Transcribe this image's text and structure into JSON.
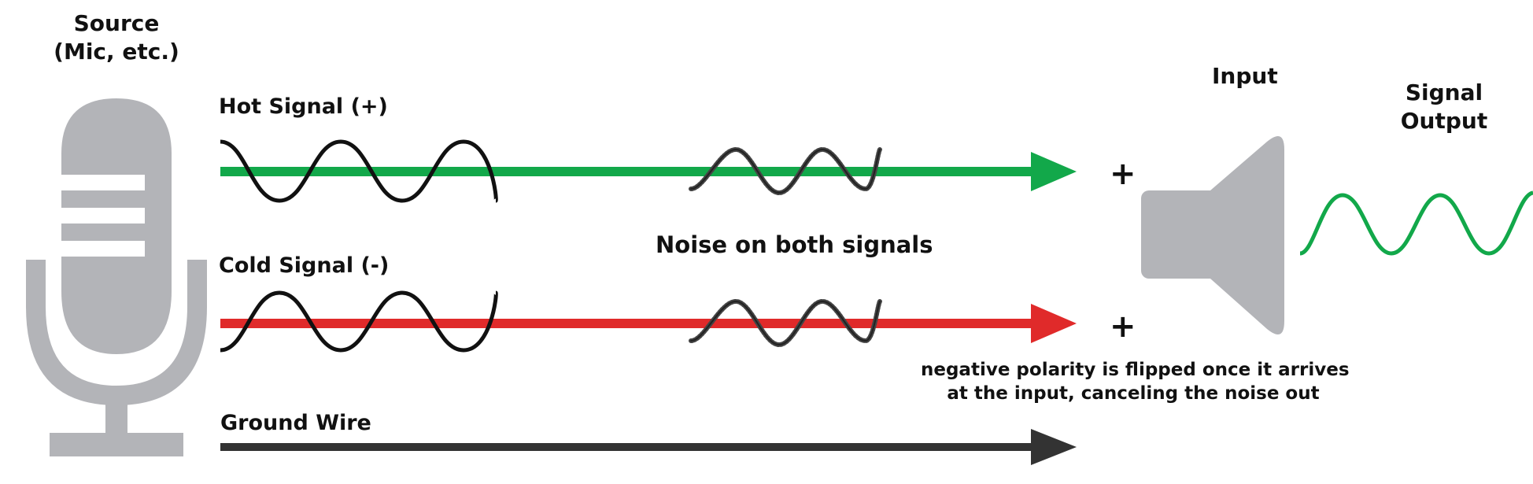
{
  "source": {
    "title_line1": "Source",
    "title_line2": "(Mic, etc.)"
  },
  "hot": {
    "label": "Hot Signal (+)",
    "color": "#12a84a"
  },
  "cold": {
    "label": "Cold Signal (-)",
    "color": "#e02a2a"
  },
  "ground": {
    "label": "Ground Wire",
    "color": "#333333"
  },
  "noise": {
    "label": "Noise on both signals"
  },
  "input": {
    "label": "Input",
    "plus_symbol": "+"
  },
  "output": {
    "label_line1": "Signal",
    "label_line2": "Output",
    "wave_color": "#12a84a"
  },
  "note": {
    "line1": "negative polarity is flipped once it arrives",
    "line2": "at the input, canceling the noise out"
  },
  "icons": {
    "source": "microphone-icon",
    "input": "speaker-icon"
  },
  "colors": {
    "gray": "#b3b4b8",
    "black": "#111111"
  }
}
